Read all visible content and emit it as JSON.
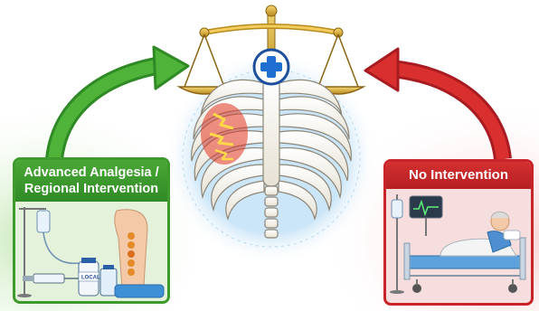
{
  "left_panel": {
    "title_line1": "Advanced Analgesia /",
    "title_line2": "Regional Intervention",
    "vial_label": "LOCAL",
    "color": "#3f9a2e",
    "icons": [
      "iv-drip-icon",
      "syringe-icon",
      "anesthetic-vial-icon",
      "spine-icon"
    ]
  },
  "right_panel": {
    "title": "No Intervention",
    "color": "#c8242a",
    "icons": [
      "iv-stand-icon",
      "monitor-icon",
      "hospital-bed-icon",
      "patient-icon"
    ]
  },
  "center": {
    "icons": [
      "balance-scale-icon",
      "medical-cross-icon",
      "rib-cage-icon",
      "fracture-icon"
    ],
    "glow_color": "#9fd0f0"
  },
  "arrows": {
    "left_color": "#3f9a2e",
    "right_color": "#cc2328"
  }
}
